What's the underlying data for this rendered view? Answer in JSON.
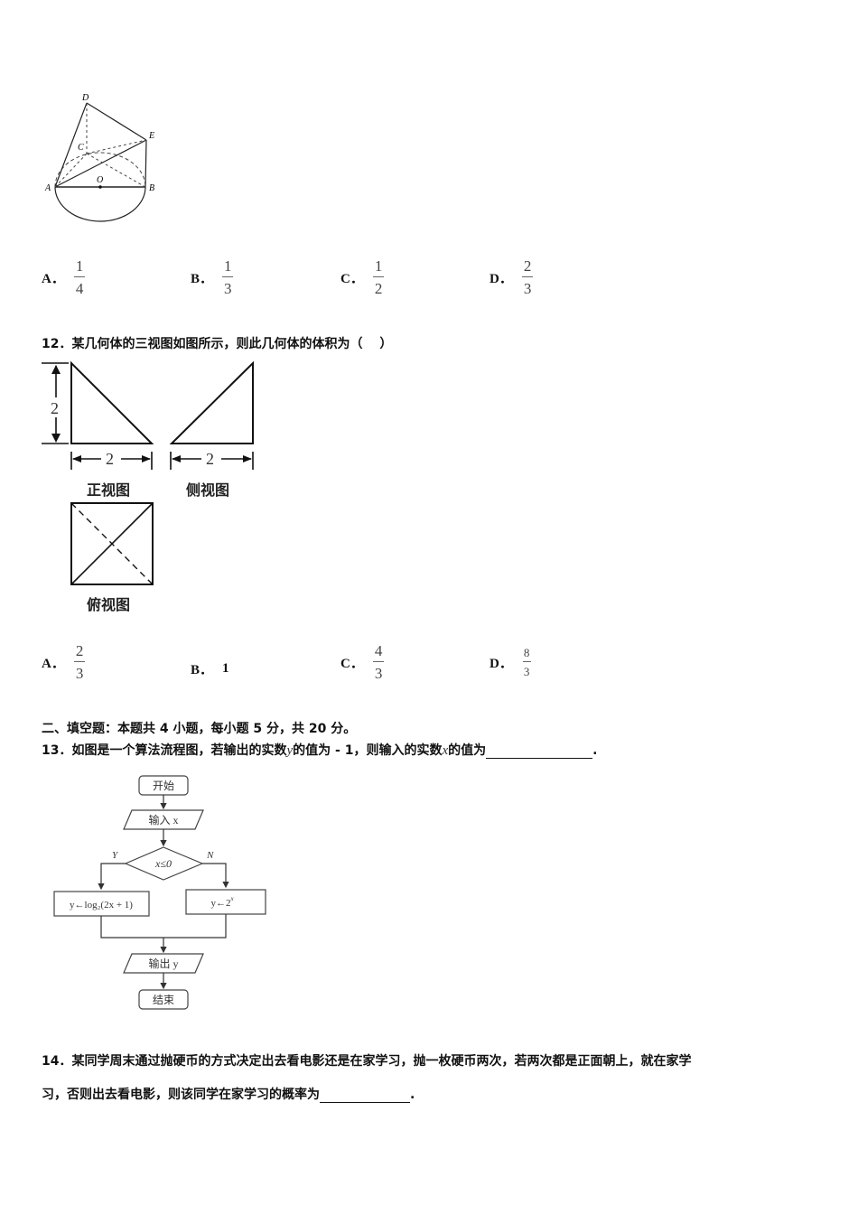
{
  "q11": {
    "figure": {
      "labels": {
        "D": "D",
        "E": "E",
        "C": "C",
        "A": "A",
        "O": "O",
        "B": "B"
      }
    },
    "options": [
      {
        "label": "A．",
        "num": "1",
        "den": "4"
      },
      {
        "label": "B．",
        "num": "1",
        "den": "3"
      },
      {
        "label": "C．",
        "num": "1",
        "den": "2"
      },
      {
        "label": "D．",
        "num": "2",
        "den": "3"
      }
    ]
  },
  "q12": {
    "text": "12．某几何体的三视图如图所示，则此几何体的体积为（　 ）",
    "figure": {
      "height_label": "2",
      "front_width_label": "2",
      "side_width_label": "2",
      "front_caption": "正视图",
      "side_caption": "侧视图",
      "top_caption": "俯视图"
    },
    "options": [
      {
        "label": "A．",
        "num": "2",
        "den": "3"
      },
      {
        "label": "B．",
        "value": "1"
      },
      {
        "label": "C．",
        "num": "4",
        "den": "3"
      },
      {
        "label": "D．",
        "num": "8",
        "den": "3"
      }
    ]
  },
  "section2": {
    "title": "二、填空题：本题共 4 小题，每小题 5 分，共 20 分。"
  },
  "q13": {
    "text_before_y": "13．如图是一个算法流程图，若输出的实数",
    "var_y": "y",
    "text_mid": "的值为 - 1，则输入的实数",
    "var_x": "x",
    "text_after_x": "的值为",
    "end_mark": ".",
    "flowchart": {
      "start": "开始",
      "input": "输入 x",
      "condition": "x≤0",
      "yes": "Y",
      "no": "N",
      "yes_branch": "y←log₂(2x + 1)",
      "no_branch_base": "y←2",
      "no_branch_exp": "x",
      "output": "输出 y",
      "end": "结束"
    }
  },
  "q14": {
    "line1": "14．某同学周末通过抛硬币的方式决定出去看电影还是在家学习，抛一枚硬币两次，若两次都是正面朝上，就在家学",
    "line2": "习，否则出去看电影，则该同学在家学习的概率为",
    "end_mark": "."
  }
}
